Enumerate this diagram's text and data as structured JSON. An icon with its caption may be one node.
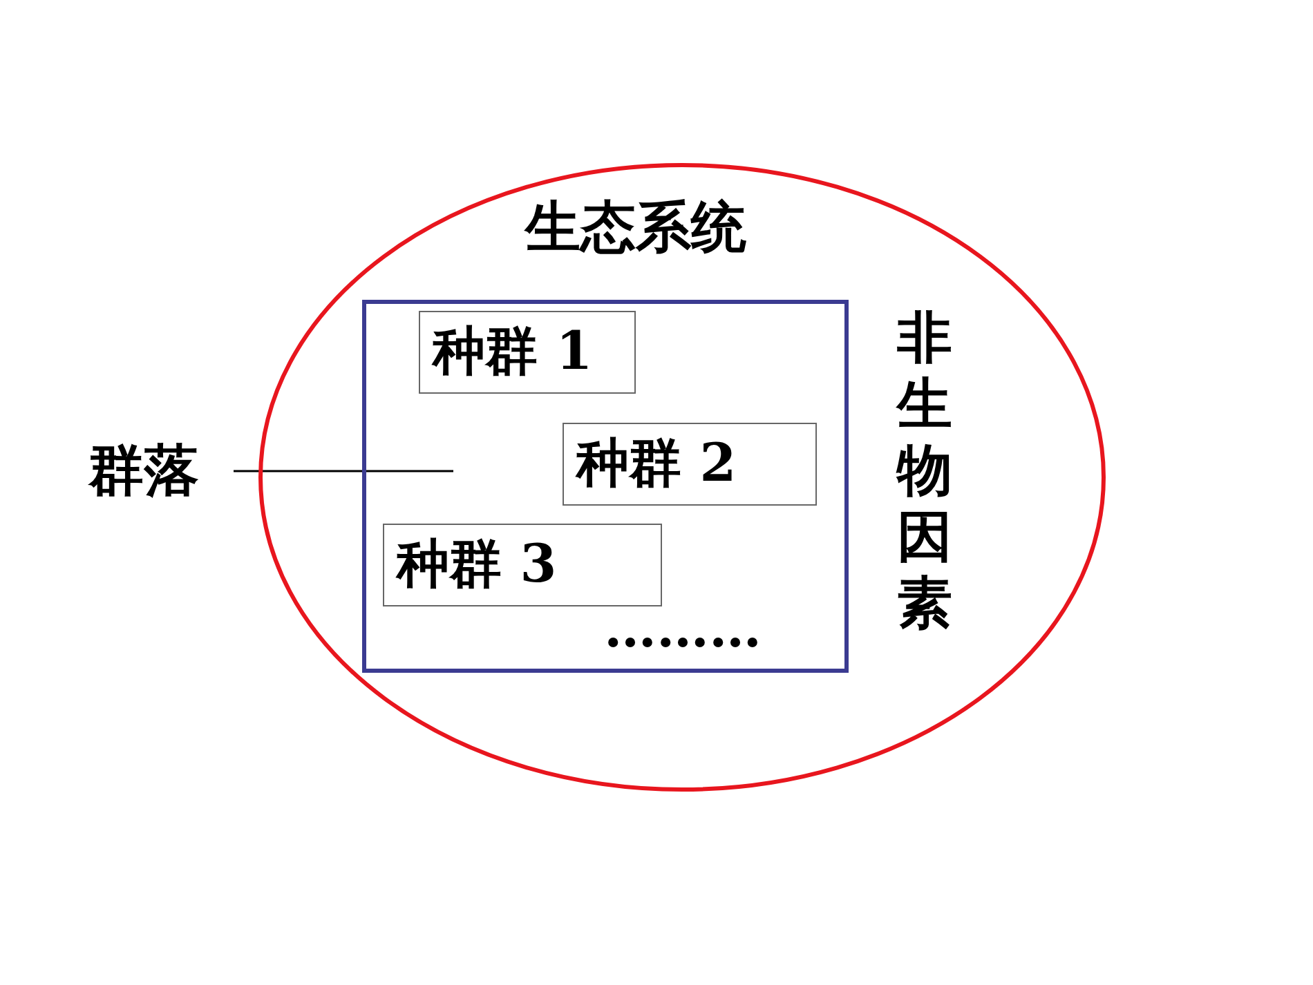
{
  "diagram": {
    "nodes": [
      {
        "text": [
          "生态系统",
          "非生物因素"
        ]
      },
      {
        "text": [
          "………"
        ],
        "in": 0
      },
      {
        "text": [
          "种群 1"
        ],
        "in": 1
      },
      {
        "text": [
          "种群 2"
        ],
        "in": 1
      },
      {
        "text": [
          "种群 3"
        ],
        "in": 1
      },
      {
        "text": [
          "群落"
        ]
      }
    ],
    "edges": [
      {
        "from": 5,
        "to": 1,
        "arrow": "none"
      }
    ]
  }
}
